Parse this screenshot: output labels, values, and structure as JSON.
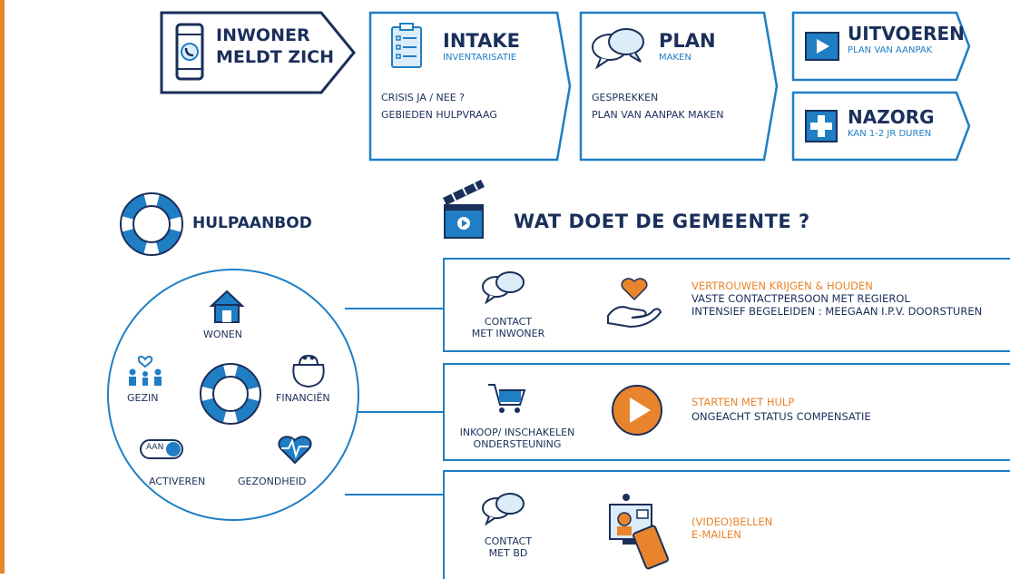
{
  "colors": {
    "navy": "#1a2f5a",
    "blue": "#1f7ec4",
    "orange": "#e8842c",
    "light_blue": "#dcecf8"
  },
  "process": {
    "inwoner": {
      "line1": "INWONER",
      "line2": "MELDT ZICH",
      "icon": "smartphone-icon"
    },
    "intake": {
      "title": "INTAKE",
      "subtitle": "INVENTARISATIE",
      "body1": "CRISIS JA / NEE ?",
      "body2": "GEBIEDEN HULPVRAAG",
      "icon": "clipboard-icon"
    },
    "plan": {
      "title": "PLAN",
      "subtitle": "MAKEN",
      "body1": "GESPREKKEN",
      "body2": "PLAN VAN AANPAK MAKEN",
      "icon": "speech-bubbles-icon"
    },
    "uitvoeren": {
      "title": "UITVOEREN",
      "subtitle": "PLAN VAN AANPAK",
      "icon": "play-icon"
    },
    "nazorg": {
      "title": "NAZORG",
      "subtitle": "KAN 1-2 JR DUREN",
      "icon": "plus-icon"
    }
  },
  "hulpaanbod": {
    "title": "HULPAANBOD",
    "icon": "lifebuoy-icon",
    "items": {
      "wonen": "WONEN",
      "gezin": "GEZIN",
      "financien": "FINANCIËN",
      "activeren": "ACTIVEREN",
      "gezondheid": "GEZONDHEID",
      "toggle_label": "AAN"
    }
  },
  "gemeente": {
    "title": "WAT DOET DE GEMEENTE ?",
    "icon": "clapperboard-icon",
    "cards": [
      {
        "caption1": "CONTACT",
        "caption2": "MET INWONER",
        "heading": "VERTROUWEN KRIJGEN & HOUDEN",
        "line1": "VASTE  CONTACTPERSOON MET REGIEROL",
        "line2": "INTENSIEF BEGELEIDEN : MEEGAAN I.P.V. DOORSTUREN",
        "left_icon": "speech-bubbles-icon",
        "right_icon": "hand-heart-icon"
      },
      {
        "caption1": "INKOOP/ INSCHAKELEN",
        "caption2": "ONDERSTEUNING",
        "heading": "STARTEN MET HULP",
        "line1": "ONGEACHT STATUS COMPENSATIE",
        "line2": "",
        "left_icon": "shopping-cart-icon",
        "right_icon": "play-circle-icon"
      },
      {
        "caption1": "CONTACT",
        "caption2": "MET BD",
        "heading": "(VIDEO)BELLEN",
        "line1": "E-MAILEN",
        "line2": "",
        "left_icon": "speech-bubbles-icon",
        "right_icon": "video-call-icon"
      }
    ]
  }
}
